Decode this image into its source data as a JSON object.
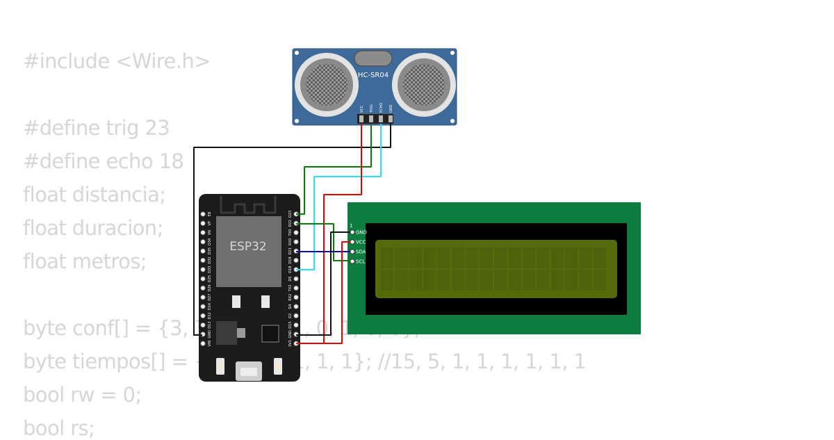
{
  "code_lines": [
    "#include <Wire.h>",
    "#define trig 23",
    "#define echo 18",
    "float distancia;",
    "float duracion;",
    "float metros;",
    "byte conf[] = {3, 3, 3, 0, 1, 1, 0, 1, 0, 0};",
    "byte tiempos[] = {15, 5, 1, 1, 1, 1}; //15, 5, 1, 1, 1, 1, 1, 1",
    "bool rw = 0;",
    "bool rs;"
  ],
  "sensor": {
    "model": "HC-SR04",
    "pins": [
      "VCC",
      "TRIG",
      "ECHO",
      "GND"
    ]
  },
  "mcu": {
    "label": "ESP32",
    "left_pins": [
      "EN",
      "VP",
      "VN",
      "D34",
      "D35",
      "D32",
      "D33",
      "D25",
      "D26",
      "D27",
      "D14",
      "D12",
      "D13",
      "GND",
      "VIN"
    ],
    "right_pins": [
      "D23",
      "D22",
      "TX0",
      "RX0",
      "D21",
      "D19",
      "D18",
      "D5",
      "TX2",
      "RX2",
      "D4",
      "D2",
      "D15",
      "GND",
      "3V3"
    ]
  },
  "lcd": {
    "pin_index": "1",
    "pins": [
      "GND",
      "VCC",
      "SDA",
      "SCL"
    ]
  },
  "colors": {
    "code_text": "#d6d6d6",
    "sensor_board": "#3e6a99",
    "mcu_board": "#1c1c1c",
    "lcd_pcb": "#0c7d3f",
    "lcd_screen": "#546b0c",
    "wire_red": "#e00000",
    "wire_green": "#087a08",
    "wire_cyan": "#22e3f0",
    "wire_black": "#111111",
    "wire_blue": "#0a0aa8"
  }
}
